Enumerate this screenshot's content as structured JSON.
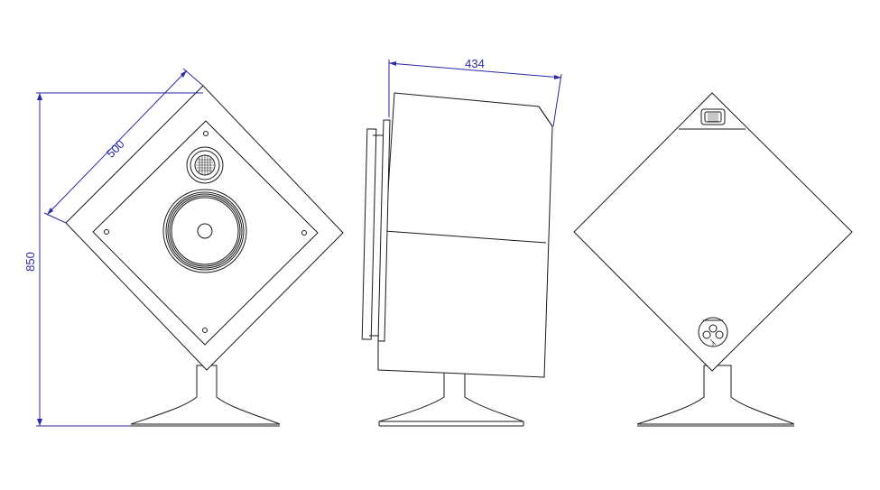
{
  "dimensions": {
    "width": "500",
    "height": "850",
    "depth": "434"
  },
  "colors": {
    "line": "#1a1a1a",
    "dimension": "#2a2aa8",
    "background": "#ffffff"
  }
}
